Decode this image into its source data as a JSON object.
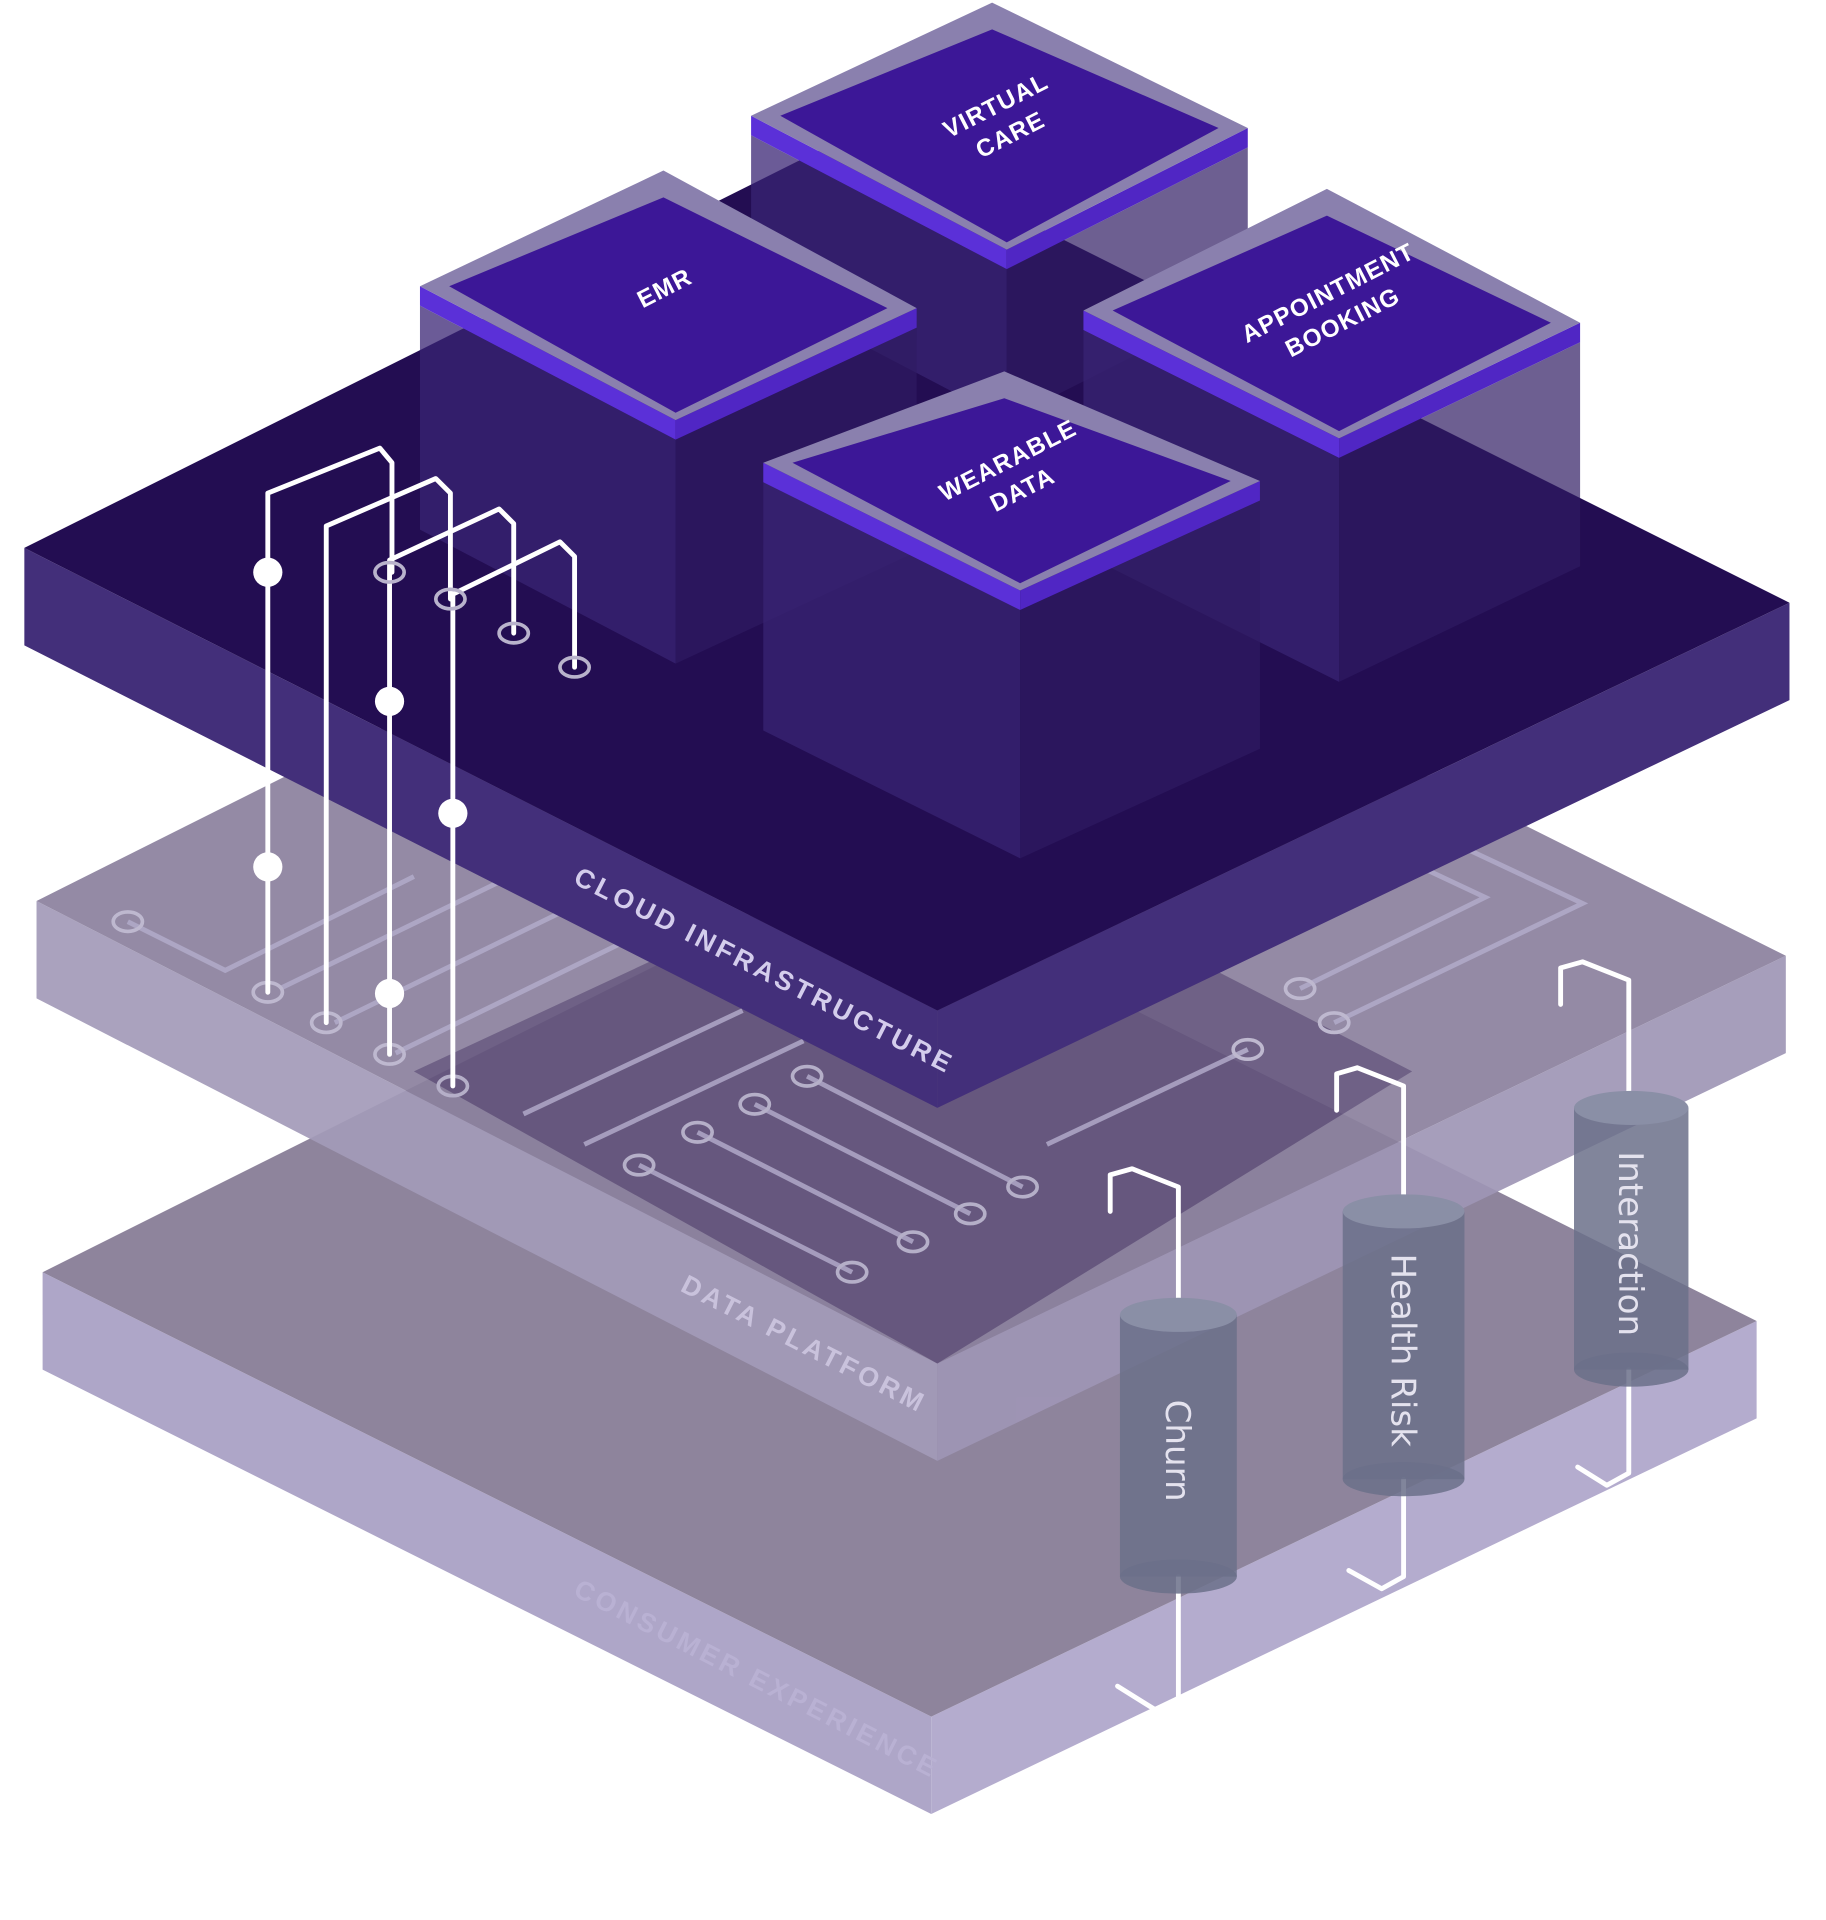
{
  "layers": {
    "cloud": "CLOUD INFRASTRUCTURE",
    "data": "DATA PLATFORM",
    "consumer": "CONSUMER EXPERIENCE"
  },
  "blocks": {
    "virtual_care": [
      "VIRTUAL",
      "CARE"
    ],
    "emr": [
      "EMR"
    ],
    "appointment": [
      "APPOINTMENT",
      "BOOKING"
    ],
    "wearable": [
      "WEARABLE",
      "DATA"
    ]
  },
  "models": [
    "Churn",
    "Health Risk",
    "Interaction"
  ],
  "colors": {
    "cloud_top": "#230d52",
    "cloud_side": "#432f7a",
    "block_top": "#3c1797",
    "block_edge": "#5b30d8",
    "data_top": "#8b819e",
    "consumer_top": "#8e849c",
    "cylinder": "#6b7089"
  }
}
